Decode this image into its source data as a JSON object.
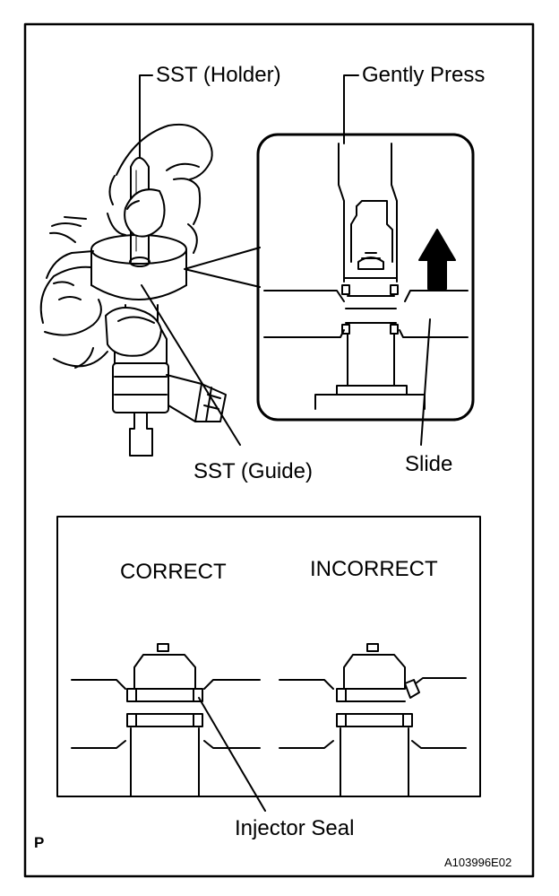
{
  "labels": {
    "holder": "SST (Holder)",
    "press": "Gently Press",
    "guide": "SST (Guide)",
    "slide": "Slide",
    "correct": "CORRECT",
    "incorrect": "INCORRECT",
    "seal": "Injector Seal",
    "corner": "P",
    "code": "A103996E02"
  }
}
